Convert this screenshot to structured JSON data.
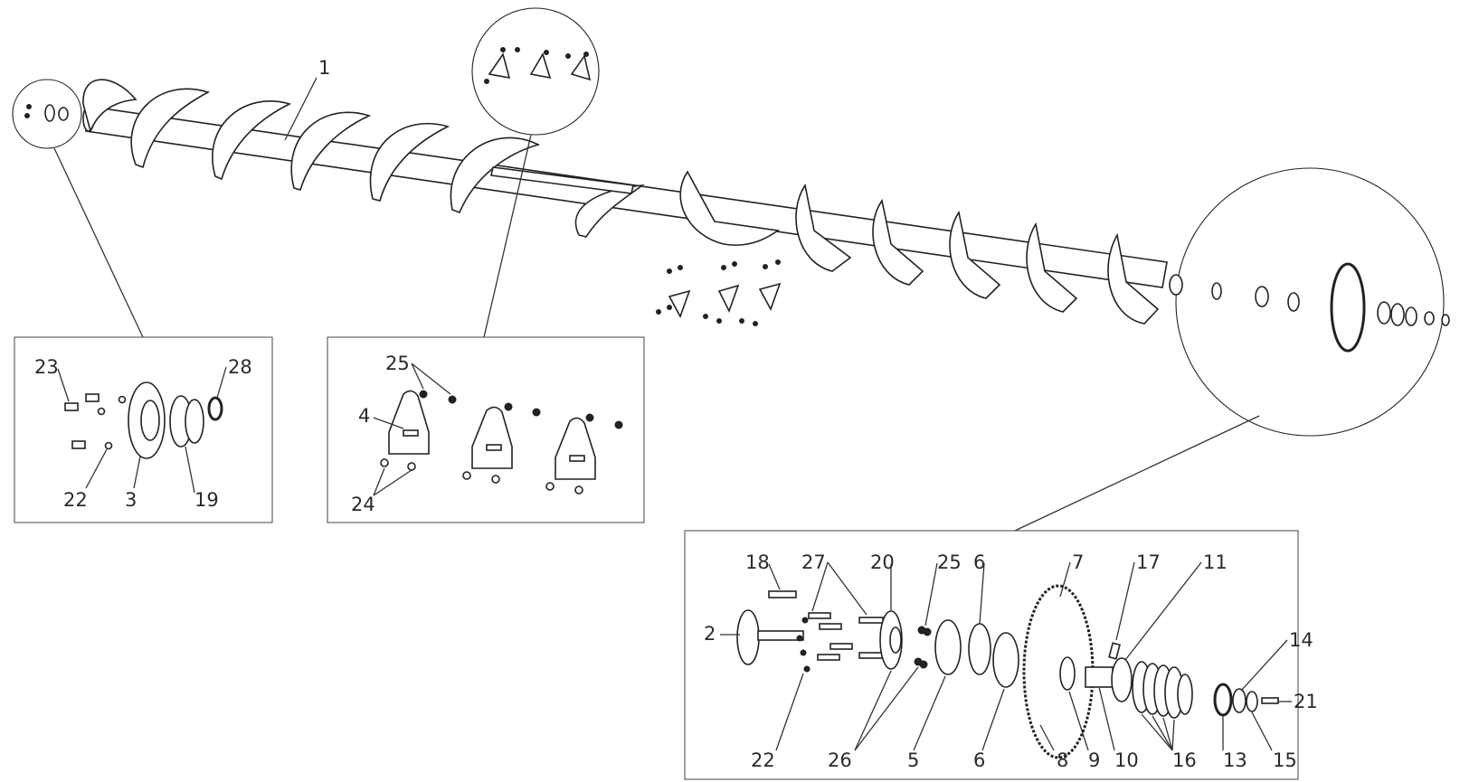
{
  "diagram": {
    "main_label": "1",
    "detail_left": {
      "labels": {
        "l23": "23",
        "l28": "28",
        "l22": "22",
        "l3": "3",
        "l19": "19"
      }
    },
    "detail_middle": {
      "labels": {
        "l25": "25",
        "l4": "4",
        "l24": "24"
      }
    },
    "detail_right": {
      "labels": {
        "l18": "18",
        "l27": "27",
        "l20": "20",
        "l25": "25",
        "l6a": "6",
        "l7": "7",
        "l17": "17",
        "l11": "11",
        "l2": "2",
        "l14": "14",
        "l21": "21",
        "l22": "22",
        "l26": "26",
        "l5": "5",
        "l6b": "6",
        "l8": "8",
        "l9": "9",
        "l10": "10",
        "l16": "16",
        "l13": "13",
        "l15": "15"
      }
    }
  }
}
